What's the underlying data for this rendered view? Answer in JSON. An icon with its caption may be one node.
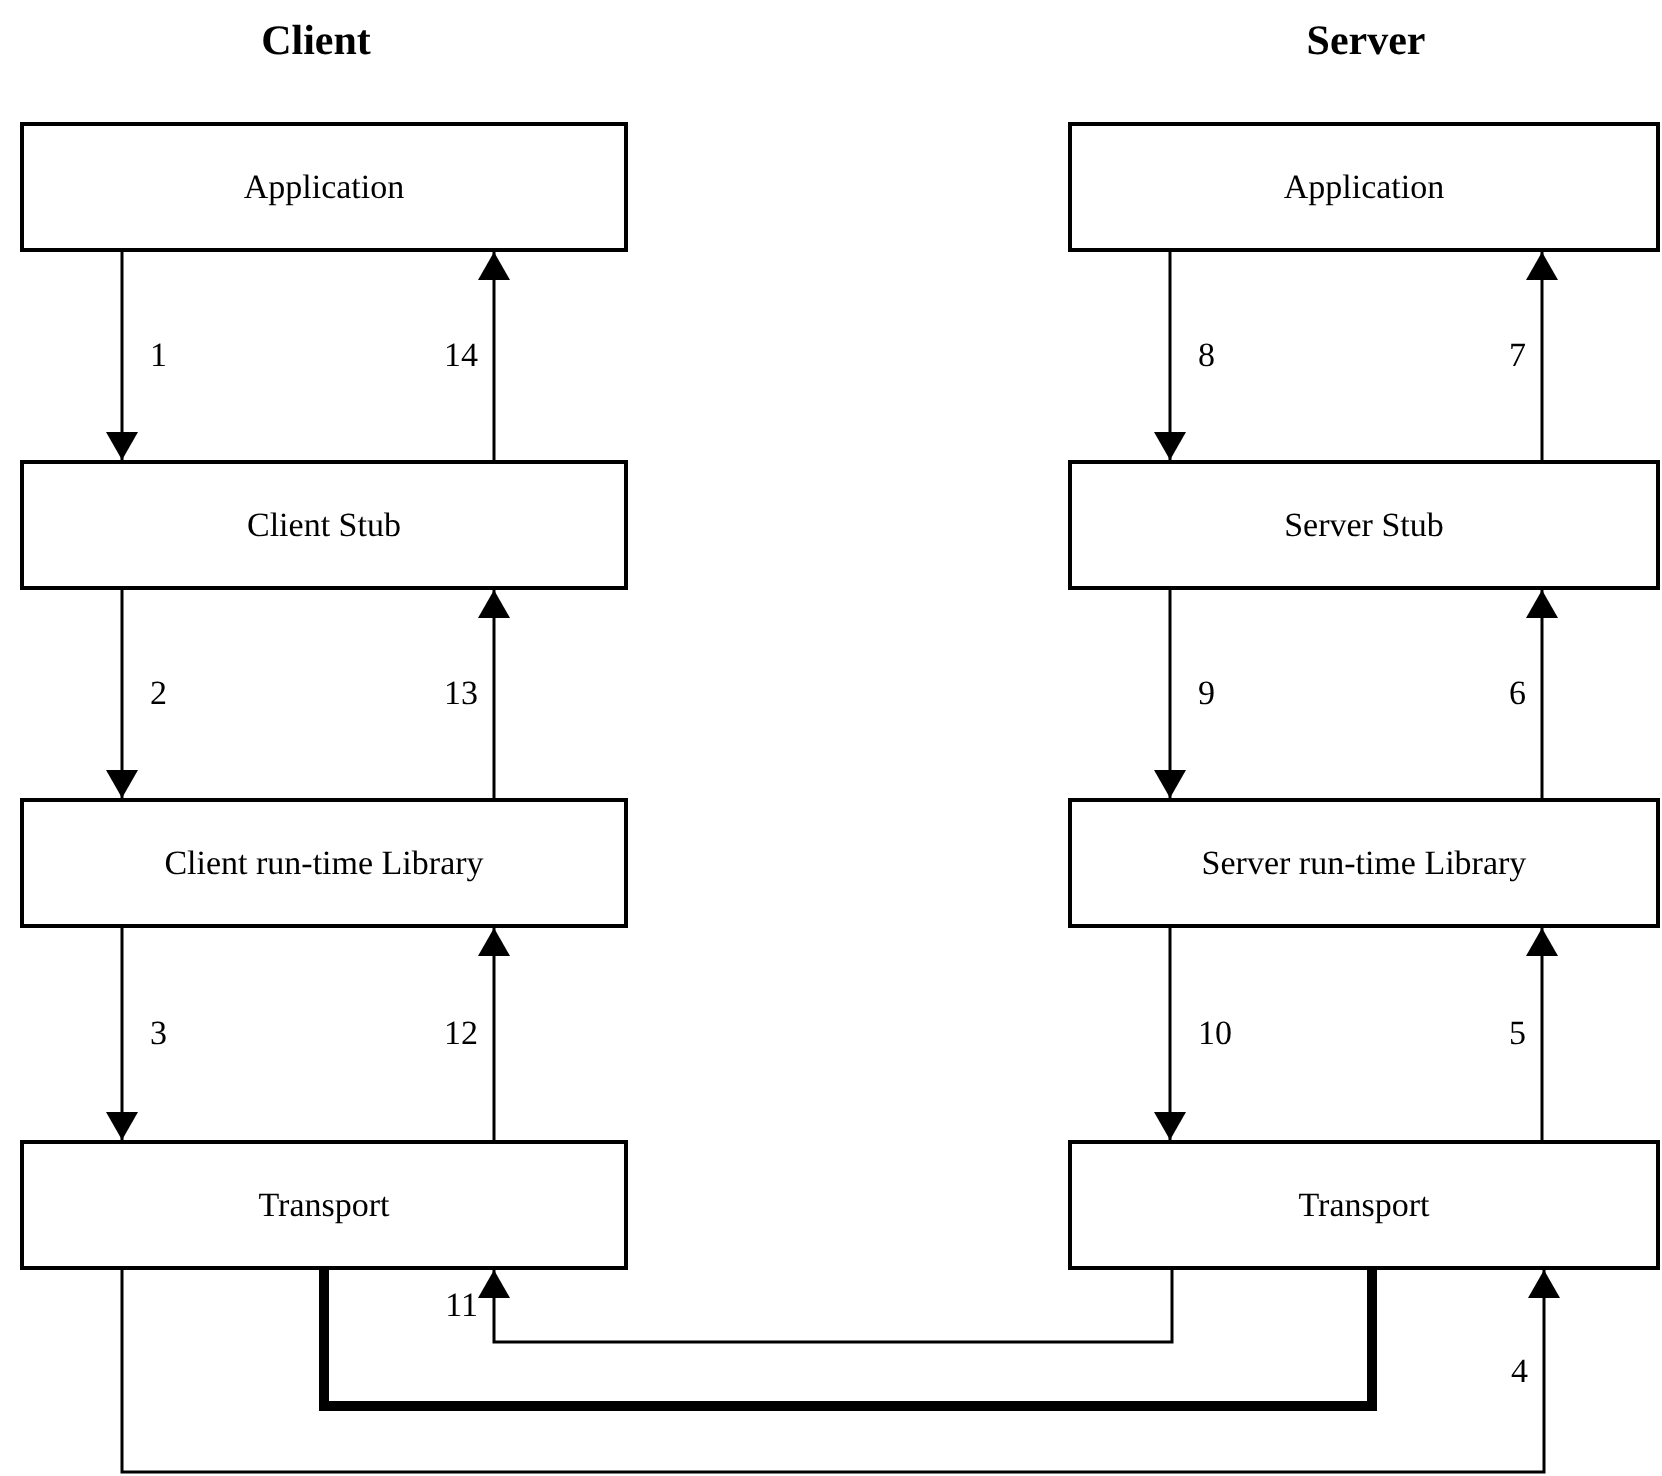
{
  "diagram": {
    "nodes": [
      {
        "text": [
          "Application"
        ]
      },
      {
        "text": [
          "Client Stub"
        ]
      },
      {
        "text": [
          "Client run-time Library"
        ]
      },
      {
        "text": [
          "Transport"
        ]
      },
      {
        "text": [
          "Application"
        ]
      },
      {
        "text": [
          "Server Stub"
        ]
      },
      {
        "text": [
          "Server run-time Library"
        ]
      },
      {
        "text": [
          "Transport"
        ]
      }
    ],
    "edges": [
      {
        "from": 0,
        "to": 1,
        "arrow": "to",
        "label": "1"
      },
      {
        "from": 1,
        "to": 2,
        "arrow": "to",
        "label": "2"
      },
      {
        "from": 2,
        "to": 3,
        "arrow": "to",
        "label": "3"
      },
      {
        "from": 3,
        "to": 7,
        "arrow": "to",
        "label": "4"
      },
      {
        "from": 7,
        "to": 6,
        "arrow": "to",
        "label": "5"
      },
      {
        "from": 6,
        "to": 5,
        "arrow": "to",
        "label": "6"
      },
      {
        "from": 5,
        "to": 4,
        "arrow": "to",
        "label": "7"
      },
      {
        "from": 4,
        "to": 5,
        "arrow": "to",
        "label": "8"
      },
      {
        "from": 5,
        "to": 6,
        "arrow": "to",
        "label": "9"
      },
      {
        "from": 6,
        "to": 7,
        "arrow": "to",
        "label": "10"
      },
      {
        "from": 7,
        "to": 3,
        "arrow": "to",
        "label": "11"
      },
      {
        "from": 3,
        "to": 2,
        "arrow": "to",
        "label": "12"
      },
      {
        "from": 2,
        "to": 1,
        "arrow": "to",
        "label": "13"
      },
      {
        "from": 1,
        "to": 0,
        "arrow": "to",
        "label": "14"
      },
      {
        "from": 3,
        "to": 7,
        "arrow": "none",
        "style": "thick"
      }
    ],
    "labels": [
      "Client",
      "Server"
    ]
  }
}
